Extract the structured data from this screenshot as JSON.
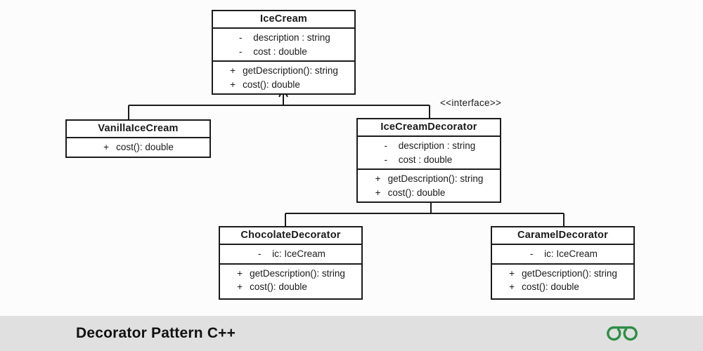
{
  "colors": {
    "background": "#fcfcfd",
    "box_fill": "#ffffff",
    "box_border": "#1c1c1c",
    "text": "#1a1a1a",
    "footer_bg": "#e0e0e0",
    "brand_green": "#2f8d46"
  },
  "diagram": {
    "interface_label": "<<interface>>",
    "classes": {
      "icecream": {
        "title": "IceCream",
        "attributes": [
          {
            "vis": "-",
            "text": "description : string"
          },
          {
            "vis": "-",
            "text": "cost : double"
          }
        ],
        "methods": [
          {
            "vis": "+",
            "text": "getDescription(): string"
          },
          {
            "vis": "+",
            "text": "cost(): double"
          }
        ]
      },
      "vanilla": {
        "title": "VanillaIceCream",
        "methods": [
          {
            "vis": "+",
            "text": "cost(): double"
          }
        ]
      },
      "decorator": {
        "title": "IceCreamDecorator",
        "attributes": [
          {
            "vis": "-",
            "text": "description : string"
          },
          {
            "vis": "-",
            "text": "cost : double"
          }
        ],
        "methods": [
          {
            "vis": "+",
            "text": "getDescription(): string"
          },
          {
            "vis": "+",
            "text": "cost(): double"
          }
        ]
      },
      "chocolate": {
        "title": "ChocolateDecorator",
        "attributes": [
          {
            "vis": "-",
            "text": "ic: IceCream"
          }
        ],
        "methods": [
          {
            "vis": "+",
            "text": "getDescription(): string"
          },
          {
            "vis": "+",
            "text": "cost(): double"
          }
        ]
      },
      "caramel": {
        "title": "CaramelDecorator",
        "attributes": [
          {
            "vis": "-",
            "text": "ic: IceCream"
          }
        ],
        "methods": [
          {
            "vis": "+",
            "text": "getDescription(): string"
          },
          {
            "vis": "+",
            "text": "cost(): double"
          }
        ]
      }
    }
  },
  "footer": {
    "title": "Decorator Pattern C++",
    "logo_name": "geeksforgeeks-logo"
  }
}
